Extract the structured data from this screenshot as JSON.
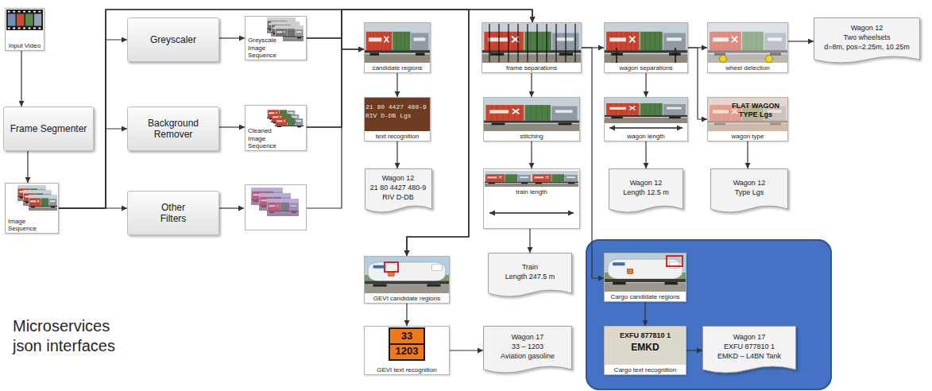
{
  "diagram": {
    "nodes": [
      {
        "text": [
          "Input Video"
        ]
      },
      {
        "text": [
          "Frame Segmenter"
        ]
      },
      {
        "text": [
          "Image Sequence"
        ]
      },
      {
        "text": [
          "Greyscaler"
        ]
      },
      {
        "text": [
          "Background Remover"
        ]
      },
      {
        "text": [
          "Other Filters"
        ]
      },
      {
        "text": [
          "Greyscale Image Sequence"
        ]
      },
      {
        "text": [
          "Cleaned Image Sequence"
        ]
      },
      {
        "text": [
          "candidate regions"
        ]
      },
      {
        "text": [
          "21 80 4427 480-9 RIV D-DB Lgs",
          "text recognition"
        ]
      },
      {
        "text": [
          "Wagon 12",
          "21 80 4427 480-9",
          "RIV D-DB"
        ]
      },
      {
        "text": [
          "GEVI candidate regions"
        ]
      },
      {
        "text": [
          "33",
          "1203",
          "GEVI text recognition"
        ]
      },
      {
        "text": [
          "Wagon 17",
          "33 – 1203",
          "Aviation gasoline"
        ]
      },
      {
        "text": [
          "frame separations"
        ]
      },
      {
        "text": [
          "stitching"
        ]
      },
      {
        "text": [
          "train length"
        ]
      },
      {
        "text": [
          "Train",
          "Length 247.5 m"
        ]
      },
      {
        "text": [
          "wagon separations"
        ]
      },
      {
        "text": [
          "wagon length"
        ]
      },
      {
        "text": [
          "Wagon 12",
          "Length 12.5 m"
        ]
      },
      {
        "text": [
          "Cargo candidate regions"
        ]
      },
      {
        "text": [
          "EXFU 877810 1",
          "EMKD",
          "Cargo text recognition"
        ]
      },
      {
        "text": [
          "Wagon 17",
          "EXFU 877810 1",
          "EMKD – L4BN Tank"
        ]
      },
      {
        "text": [
          "wheel detection"
        ]
      },
      {
        "text": [
          "Wagon 12",
          "Two wheelsets",
          "d=8m, pos=2.25m, 10.25m"
        ]
      },
      {
        "text": [
          "FLAT WAGON TYPE Lgs",
          "wagon type"
        ]
      },
      {
        "text": [
          "Wagon 12",
          "Type Lgs"
        ]
      }
    ],
    "edges": [
      {
        "from": 0,
        "to": 1,
        "arrow": "to"
      },
      {
        "from": 1,
        "to": 2,
        "arrow": "to"
      },
      {
        "from": 2,
        "to": 3,
        "arrow": "to"
      },
      {
        "from": 2,
        "to": 4,
        "arrow": "to"
      },
      {
        "from": 2,
        "to": 5,
        "arrow": "to"
      },
      {
        "from": 3,
        "to": 6,
        "arrow": "to"
      },
      {
        "from": 4,
        "to": 7,
        "arrow": "to"
      },
      {
        "from": 2,
        "to": 14,
        "arrow": "to"
      },
      {
        "from": 6,
        "to": 14,
        "arrow": "to"
      },
      {
        "from": 7,
        "to": 14,
        "arrow": "to"
      },
      {
        "from": 2,
        "to": 8,
        "arrow": "to"
      },
      {
        "from": 6,
        "to": 8,
        "arrow": "to"
      },
      {
        "from": 7,
        "to": 8,
        "arrow": "to"
      },
      {
        "from": 2,
        "to": 11,
        "arrow": "to"
      },
      {
        "from": 6,
        "to": 11,
        "arrow": "to"
      },
      {
        "from": 7,
        "to": 11,
        "arrow": "to"
      },
      {
        "from": 8,
        "to": 9,
        "arrow": "to"
      },
      {
        "from": 9,
        "to": 10,
        "arrow": "to"
      },
      {
        "from": 11,
        "to": 12,
        "arrow": "to"
      },
      {
        "from": 12,
        "to": 13,
        "arrow": "to"
      },
      {
        "from": 14,
        "to": 15,
        "arrow": "to"
      },
      {
        "from": 15,
        "to": 16,
        "arrow": "to"
      },
      {
        "from": 16,
        "to": 17,
        "arrow": "to"
      },
      {
        "from": 14,
        "to": 18,
        "arrow": "to"
      },
      {
        "from": 14,
        "to": 21,
        "arrow": "to"
      },
      {
        "from": 18,
        "to": 19,
        "arrow": "to"
      },
      {
        "from": 18,
        "to": 24,
        "arrow": "to"
      },
      {
        "from": 18,
        "to": 26,
        "arrow": "to"
      },
      {
        "from": 19,
        "to": 20,
        "arrow": "to"
      },
      {
        "from": 26,
        "to": 27,
        "arrow": "to"
      },
      {
        "from": 24,
        "to": 25,
        "arrow": "to"
      },
      {
        "from": 21,
        "to": 22,
        "arrow": "to"
      },
      {
        "from": 22,
        "to": 23,
        "arrow": "to"
      }
    ],
    "labels": [
      "Microservices json interfaces"
    ]
  }
}
